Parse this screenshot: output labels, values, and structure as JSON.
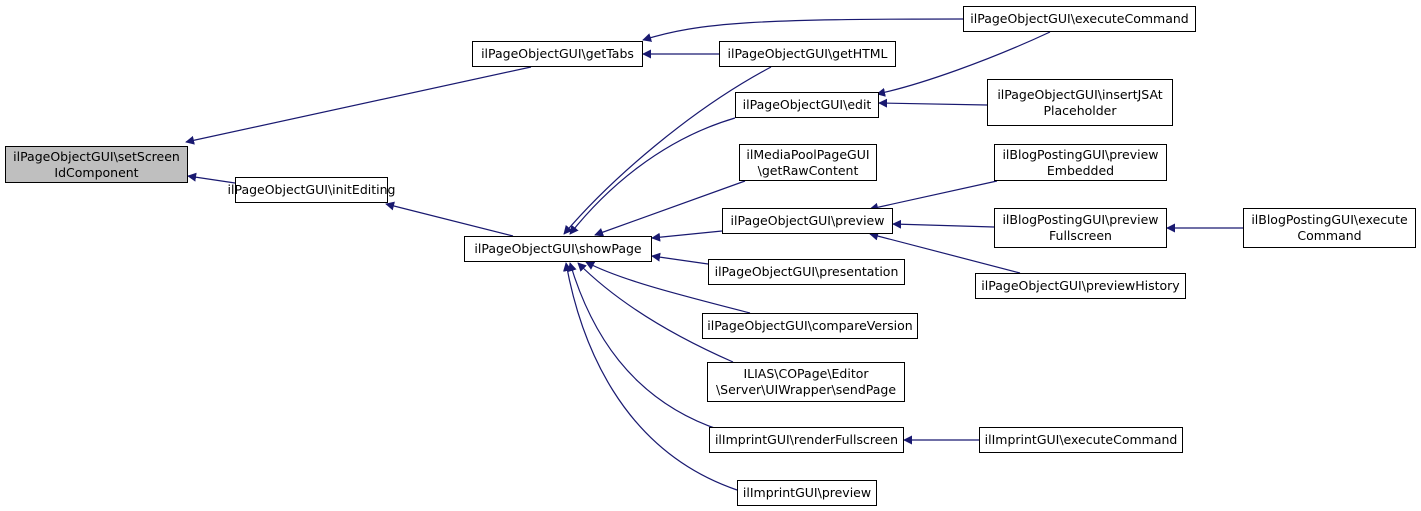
{
  "diagram": {
    "colors": {
      "edge": "#191970",
      "root_fill": "#bfbfbf",
      "node_fill": "#ffffff",
      "border": "#000000"
    },
    "nodes": [
      {
        "id": "setScreenIdComponent",
        "lines": [
          "ilPageObjectGUI\\setScreen",
          "IdComponent"
        ],
        "root": true
      },
      {
        "id": "getTabs",
        "lines": [
          "ilPageObjectGUI\\getTabs"
        ]
      },
      {
        "id": "initEditing",
        "lines": [
          "ilPageObjectGUI\\initEditing"
        ]
      },
      {
        "id": "showPage",
        "lines": [
          "ilPageObjectGUI\\showPage"
        ]
      },
      {
        "id": "executeCommand1",
        "lines": [
          "ilPageObjectGUI\\executeCommand"
        ]
      },
      {
        "id": "getHTML",
        "lines": [
          "ilPageObjectGUI\\getHTML"
        ]
      },
      {
        "id": "edit",
        "lines": [
          "ilPageObjectGUI\\edit"
        ]
      },
      {
        "id": "getRawContent",
        "lines": [
          "ilMediaPoolPageGUI",
          "\\getRawContent"
        ]
      },
      {
        "id": "preview",
        "lines": [
          "ilPageObjectGUI\\preview"
        ]
      },
      {
        "id": "presentation",
        "lines": [
          "ilPageObjectGUI\\presentation"
        ]
      },
      {
        "id": "compareVersion",
        "lines": [
          "ilPageObjectGUI\\compareVersion"
        ]
      },
      {
        "id": "sendPage",
        "lines": [
          "ILIAS\\COPage\\Editor",
          "\\Server\\UIWrapper\\sendPage"
        ]
      },
      {
        "id": "renderFullscreen",
        "lines": [
          "ilImprintGUI\\renderFullscreen"
        ]
      },
      {
        "id": "imprintPreview",
        "lines": [
          "ilImprintGUI\\preview"
        ]
      },
      {
        "id": "insertJSAt",
        "lines": [
          "ilPageObjectGUI\\insertJSAt",
          "Placeholder"
        ]
      },
      {
        "id": "previewEmbedded",
        "lines": [
          "ilBlogPostingGUI\\preview",
          "Embedded"
        ]
      },
      {
        "id": "previewFullscreen",
        "lines": [
          "ilBlogPostingGUI\\preview",
          "Fullscreen"
        ]
      },
      {
        "id": "previewHistory",
        "lines": [
          "ilPageObjectGUI\\previewHistory"
        ]
      },
      {
        "id": "imprintExecuteCommand",
        "lines": [
          "ilImprintGUI\\executeCommand"
        ]
      },
      {
        "id": "blogExecuteCommand",
        "lines": [
          "ilBlogPostingGUI\\execute",
          "Command"
        ]
      }
    ],
    "edges": [
      {
        "from": "getTabs",
        "to": "setScreenIdComponent"
      },
      {
        "from": "initEditing",
        "to": "setScreenIdComponent"
      },
      {
        "from": "executeCommand1",
        "to": "getTabs"
      },
      {
        "from": "getHTML",
        "to": "getTabs"
      },
      {
        "from": "showPage",
        "to": "initEditing"
      },
      {
        "from": "getHTML",
        "to": "showPage"
      },
      {
        "from": "edit",
        "to": "showPage"
      },
      {
        "from": "getRawContent",
        "to": "showPage"
      },
      {
        "from": "preview",
        "to": "showPage"
      },
      {
        "from": "presentation",
        "to": "showPage"
      },
      {
        "from": "compareVersion",
        "to": "showPage"
      },
      {
        "from": "sendPage",
        "to": "showPage"
      },
      {
        "from": "renderFullscreen",
        "to": "showPage"
      },
      {
        "from": "imprintPreview",
        "to": "showPage"
      },
      {
        "from": "executeCommand1",
        "to": "edit"
      },
      {
        "from": "insertJSAt",
        "to": "edit"
      },
      {
        "from": "previewEmbedded",
        "to": "preview"
      },
      {
        "from": "previewFullscreen",
        "to": "preview"
      },
      {
        "from": "previewHistory",
        "to": "preview"
      },
      {
        "from": "imprintExecuteCommand",
        "to": "renderFullscreen"
      },
      {
        "from": "blogExecuteCommand",
        "to": "previewFullscreen"
      }
    ]
  }
}
